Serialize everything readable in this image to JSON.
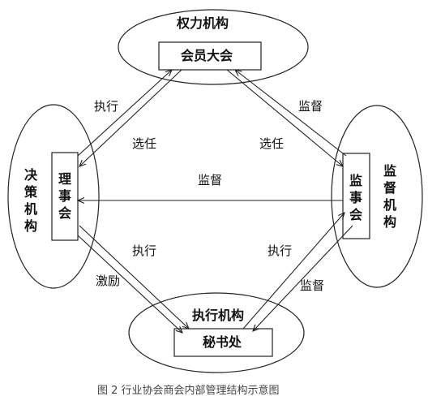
{
  "nodes": {
    "power_org": "权力机构",
    "assembly": "会员大会",
    "decision_org": "决策机构",
    "council": "理事会",
    "supervision_org": "监督机构",
    "supervisory_board": "监事会",
    "executive_org": "执行机构",
    "secretariat": "秘书处"
  },
  "edges": {
    "council_to_assembly": "执行",
    "assembly_to_council": "选任",
    "supervisory_to_assembly": "监督",
    "assembly_to_supervisory": "选任",
    "supervisory_to_council": "监督",
    "council_to_secretariat_exec": "执行",
    "council_to_secretariat_incentive": "激励",
    "secretariat_to_supervisory": "执行",
    "supervisory_to_secretariat": "监督"
  },
  "caption": "图 2 行业协会商会内部管理结构示意图"
}
